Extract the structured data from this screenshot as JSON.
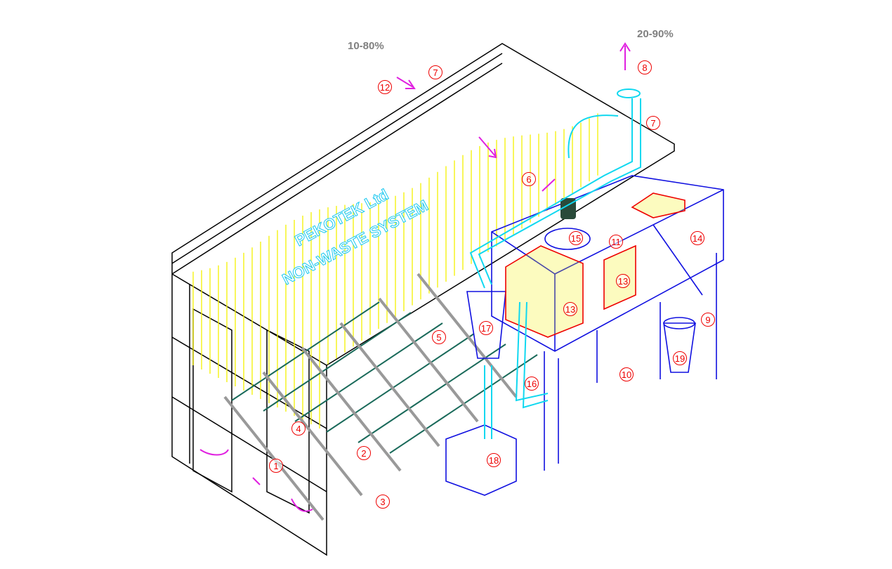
{
  "labels": {
    "left_percent": "10-80%",
    "right_percent": "20-90%"
  },
  "logo": {
    "line1": "PEKOTEK Ltd",
    "line2": "NON-WASTE SYSTEM"
  },
  "callouts": [
    "1",
    "2",
    "3",
    "4",
    "5",
    "6",
    "7",
    "7",
    "8",
    "9",
    "10",
    "11",
    "12",
    "13",
    "13",
    "14",
    "15",
    "16",
    "17",
    "18",
    "19"
  ],
  "colors": {
    "frame": "#000000",
    "curtain": "#f5f000",
    "equipment": "#1010e0",
    "duct": "#10d8f0",
    "callout": "#e00000",
    "arrow": "#e020e0",
    "grid": "#1a6a5a"
  }
}
